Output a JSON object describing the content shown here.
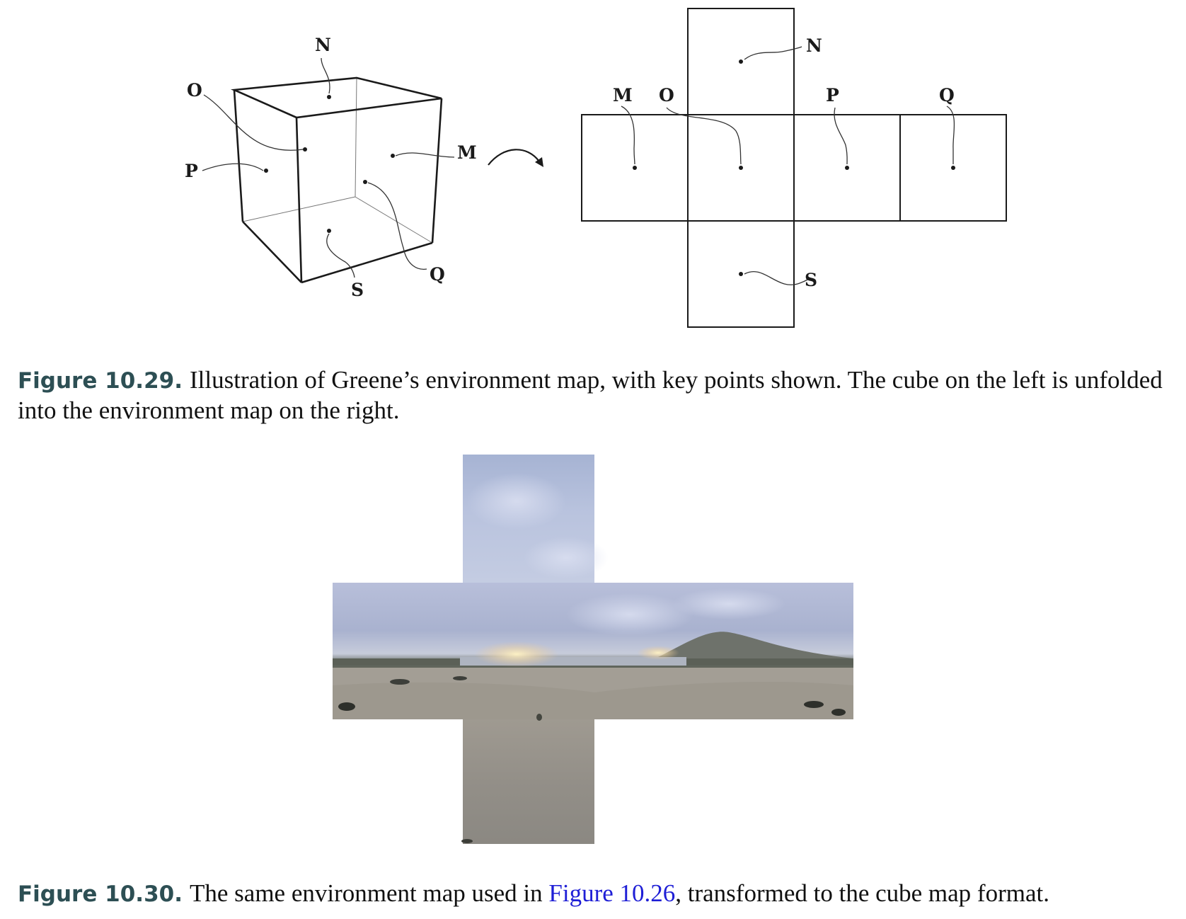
{
  "figure_10_29": {
    "cube_labels": {
      "N": "N",
      "O": "O",
      "P": "P",
      "M": "M",
      "S": "S",
      "Q": "Q"
    },
    "unfolded_labels": {
      "M": "M",
      "O": "O",
      "N": "N",
      "P": "P",
      "Q": "Q",
      "S": "S"
    },
    "caption": {
      "label": "Figure 10.29.",
      "text": "Illustration of Greene’s environment map, with key points shown. The cube on the left is unfolded into the environment map on the right."
    }
  },
  "figure_10_30": {
    "caption": {
      "label": "Figure 10.30.",
      "text_before": "The same environment map used in",
      "link": "Figure 10.26",
      "text_after": ", transformed to the cube map format."
    }
  },
  "colors": {
    "caption_label": "#2d4f54",
    "link": "#1f1fd6"
  }
}
